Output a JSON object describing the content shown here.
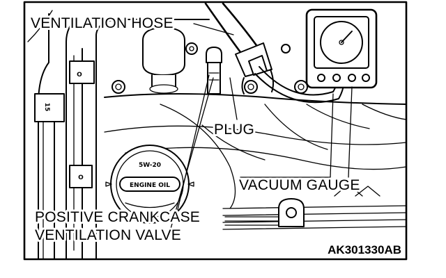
{
  "labels": {
    "ventilation_hose": "VENTILATION HOSE",
    "plug": "PLUG",
    "vacuum_gauge": "VACUUM GAUGE",
    "pcv_valve_line1": "POSITIVE CRANKCASE",
    "pcv_valve_line2": "VENTILATION VALVE"
  },
  "figure_code": "AK301330AB",
  "oil_cap": {
    "grade": "5W-20",
    "oil_text": "ENGINE OIL"
  },
  "part_mark": "15"
}
